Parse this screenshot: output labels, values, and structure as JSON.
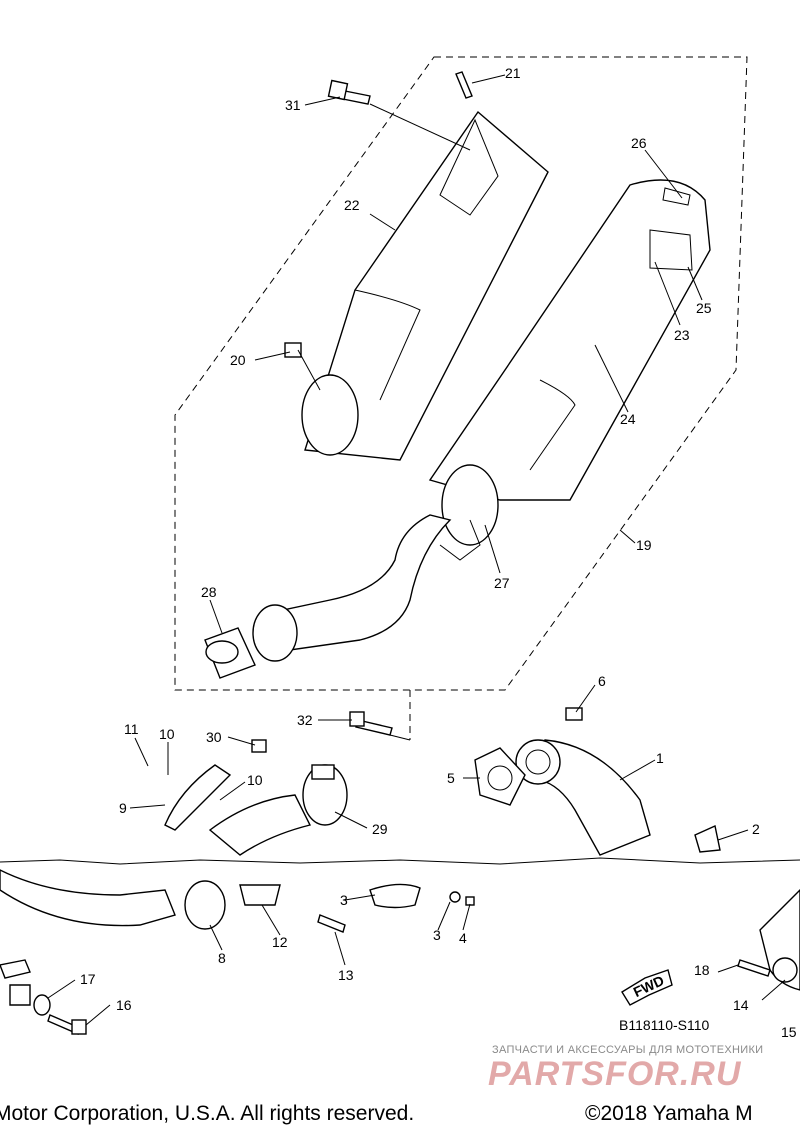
{
  "callouts": [
    {
      "id": "31",
      "text": "31"
    },
    {
      "id": "21",
      "text": "21"
    },
    {
      "id": "22",
      "text": "22"
    },
    {
      "id": "26",
      "text": "26"
    },
    {
      "id": "20",
      "text": "20"
    },
    {
      "id": "25",
      "text": "25"
    },
    {
      "id": "23",
      "text": "23"
    },
    {
      "id": "24",
      "text": "24"
    },
    {
      "id": "19",
      "text": "19"
    },
    {
      "id": "27",
      "text": "27"
    },
    {
      "id": "28",
      "text": "28"
    },
    {
      "id": "6",
      "text": "6"
    },
    {
      "id": "32",
      "text": "32"
    },
    {
      "id": "11",
      "text": "11"
    },
    {
      "id": "10a",
      "text": "10"
    },
    {
      "id": "30",
      "text": "30"
    },
    {
      "id": "1",
      "text": "1"
    },
    {
      "id": "10b",
      "text": "10"
    },
    {
      "id": "5",
      "text": "5"
    },
    {
      "id": "9",
      "text": "9"
    },
    {
      "id": "29",
      "text": "29"
    },
    {
      "id": "2",
      "text": "2"
    },
    {
      "id": "3a",
      "text": "3"
    },
    {
      "id": "3b",
      "text": "3"
    },
    {
      "id": "4",
      "text": "4"
    },
    {
      "id": "8",
      "text": "8"
    },
    {
      "id": "12",
      "text": "12"
    },
    {
      "id": "13",
      "text": "13"
    },
    {
      "id": "17",
      "text": "17"
    },
    {
      "id": "16",
      "text": "16"
    },
    {
      "id": "18",
      "text": "18"
    },
    {
      "id": "14",
      "text": "14"
    },
    {
      "id": "15",
      "text": "15"
    }
  ],
  "fwd_label": "FWD",
  "diagram_code": "B118110-S110",
  "watermark": {
    "tagline": "ЗАПЧАСТИ И АКСЕССУАРЫ ДЛЯ МОТОТЕХНИКИ",
    "logo": "PARTSFOR.RU"
  },
  "footer": {
    "left": "Motor Corporation, U.S.A. All rights reserved.",
    "right": "©2018 Yamaha M"
  }
}
